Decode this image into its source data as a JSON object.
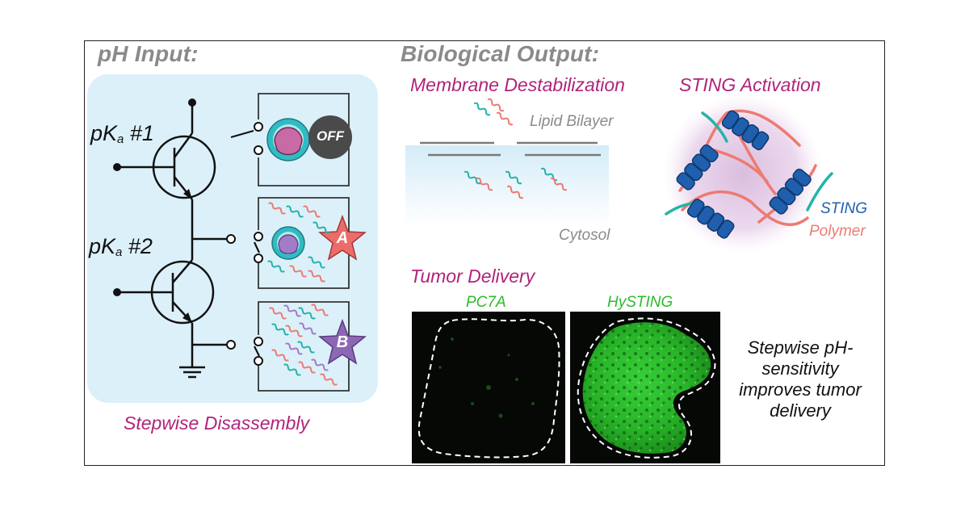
{
  "left_panel": {
    "heading": "pH Input:",
    "pka1_prefix": "pK",
    "pka1_sub": "a",
    "pka1_suffix": " #1",
    "pka2_prefix": "pK",
    "pka2_sub": "a",
    "pka2_suffix": " #2",
    "off_label": "OFF",
    "star_a": "A",
    "star_b": "B",
    "caption": "Stepwise Disassembly"
  },
  "right_panel": {
    "heading": "Biological Output:",
    "membrane_title": "Membrane Destabilization",
    "lipid_label": "Lipid Bilayer",
    "cytosol_label": "Cytosol",
    "sting_title": "STING Activation",
    "sting_label": "STING",
    "polymer_label": "Polymer",
    "tumor_title": "Tumor Delivery",
    "image1_label": "PC7A",
    "image2_label": "HySTING",
    "conclusion": "Stepwise pH-sensitivity improves tumor delivery"
  },
  "colors": {
    "magenta": "#b0247a",
    "gray": "#8a8a8a",
    "light_blue": "#dcf0fa",
    "teal": "#25b3a8",
    "salmon": "#ec7b72",
    "sting_blue": "#1f5fae",
    "star_a": "#ec6c6a",
    "star_b": "#8d67b5",
    "fluor_green": "#2fc22f"
  }
}
